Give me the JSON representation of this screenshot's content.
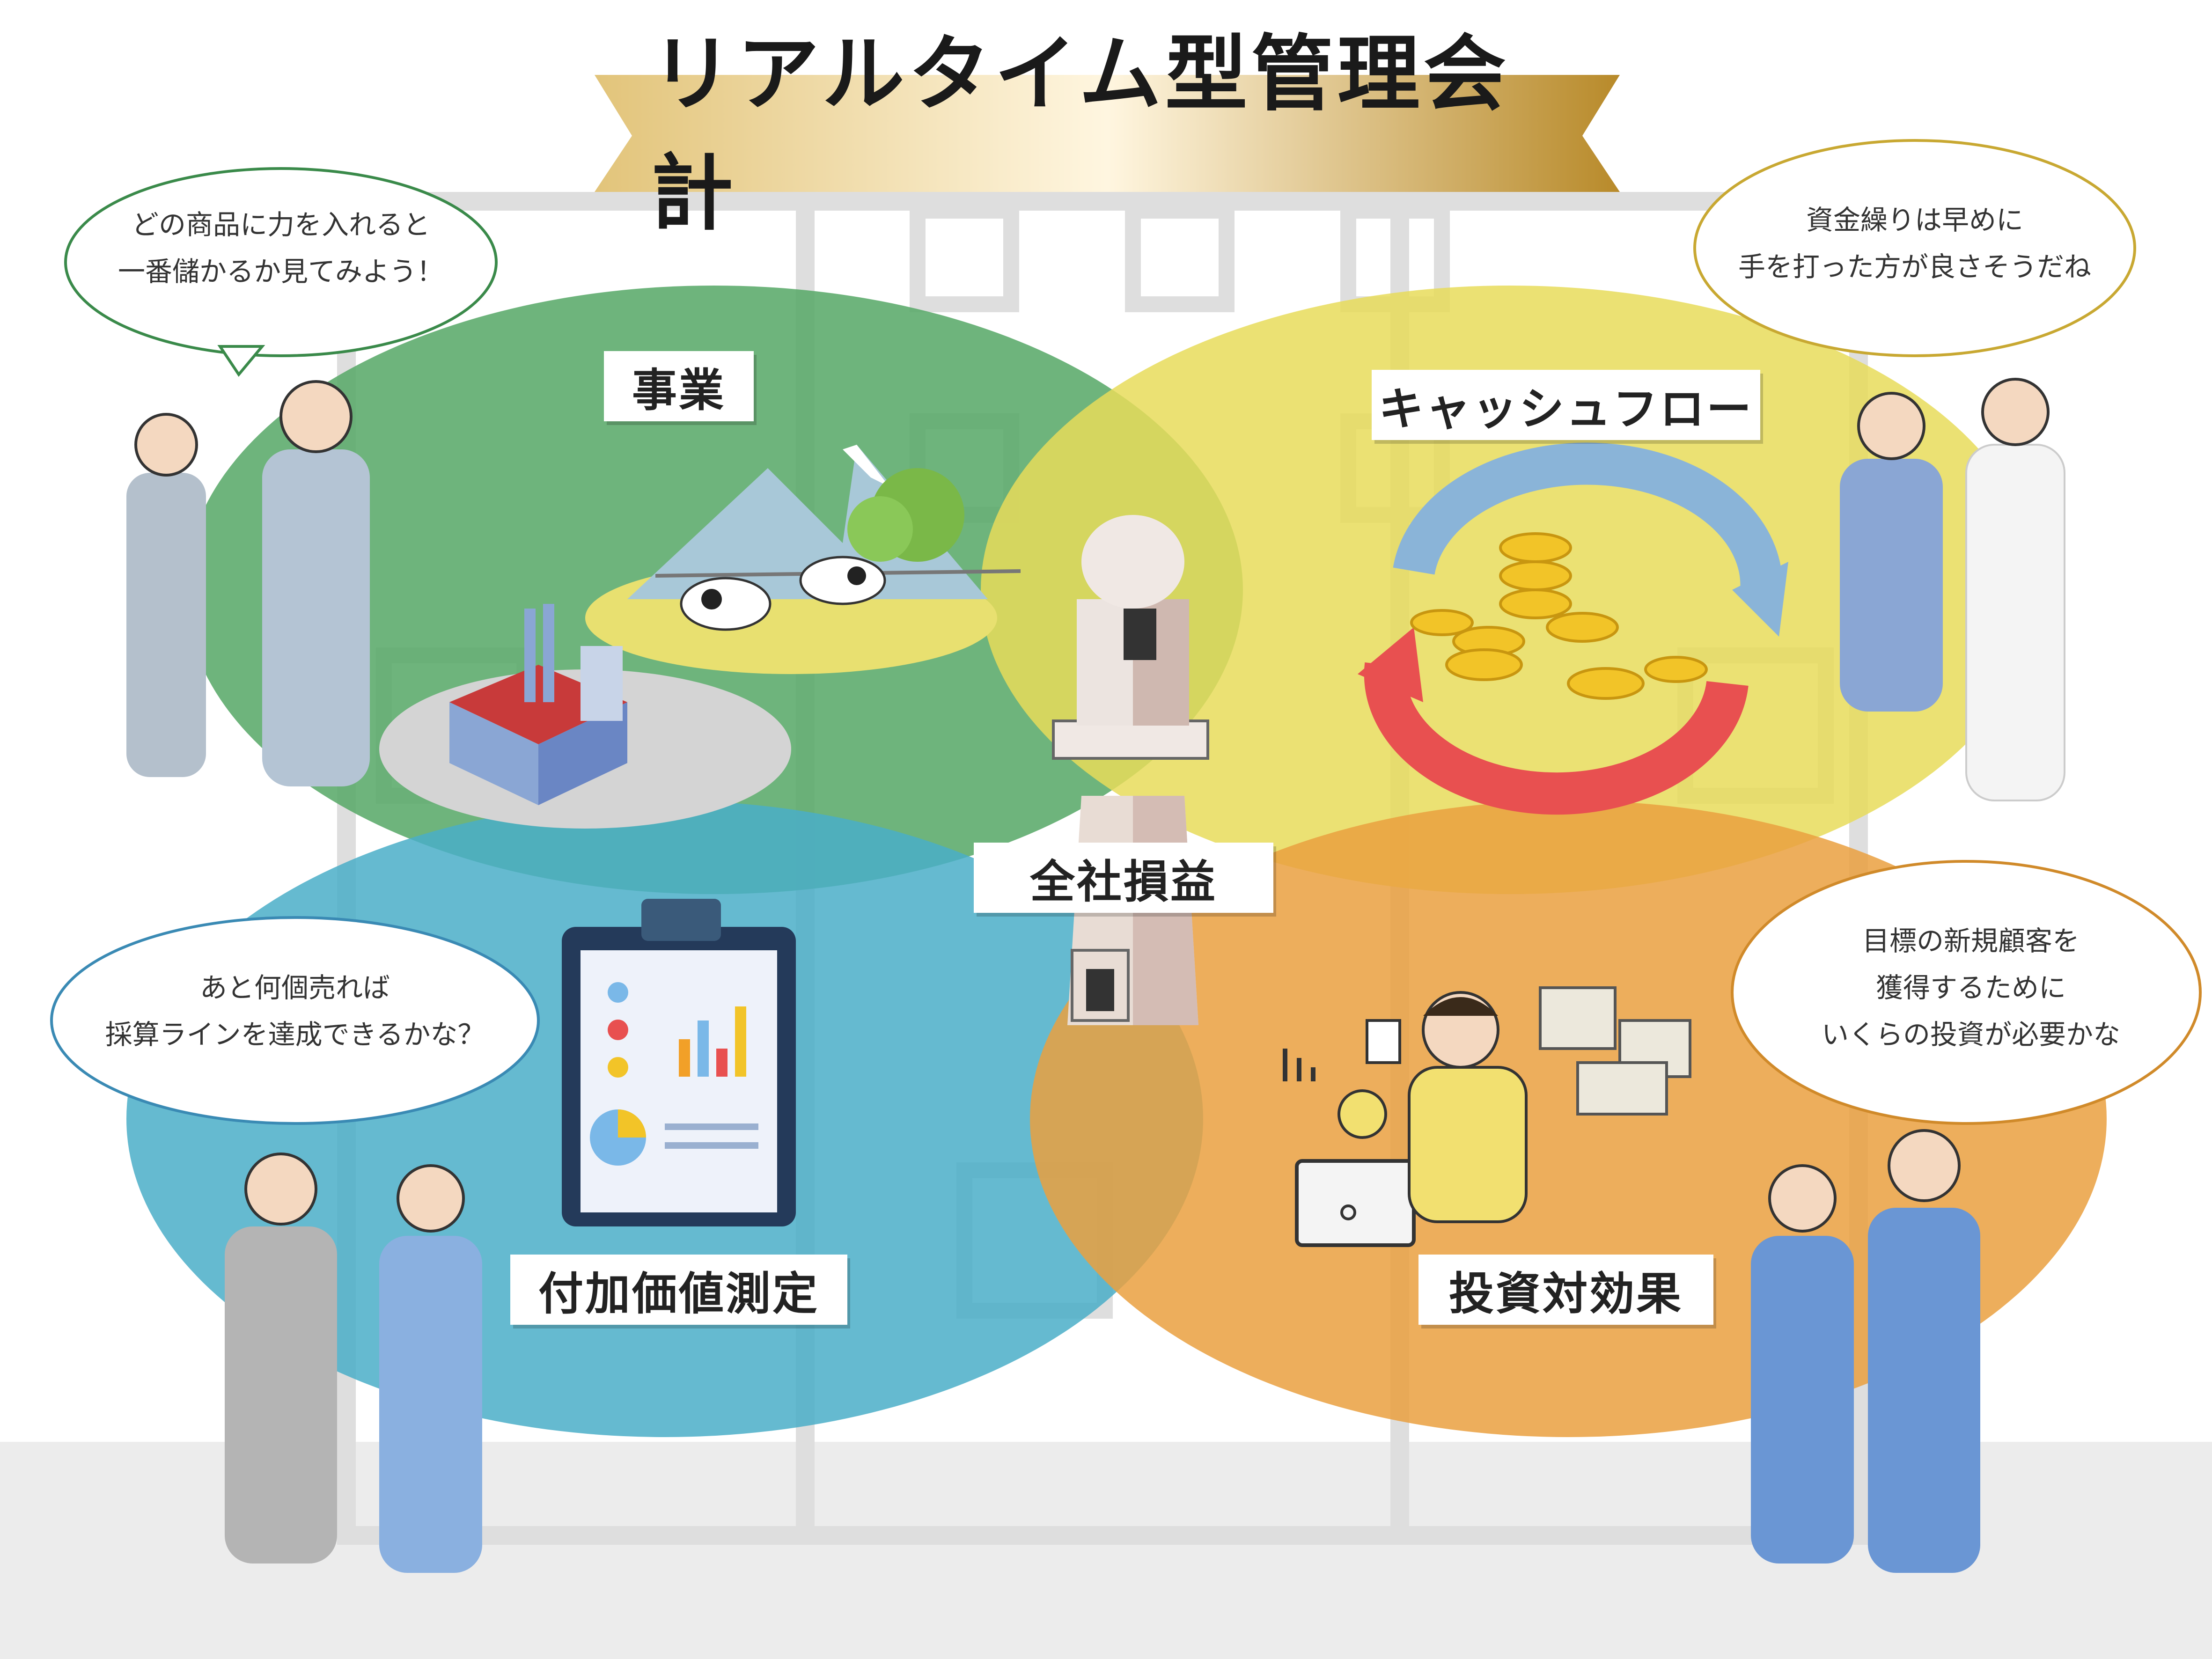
{
  "title": "リアルタイム型管理会計",
  "center_label": "全社損益",
  "sections": {
    "business": {
      "label": "事業",
      "color": "#5aaa6a"
    },
    "cashflow": {
      "label": "キャッシュフロー",
      "color": "#e8dc5a"
    },
    "value_added": {
      "label": "付加価値測定",
      "color": "#4aaec8"
    },
    "investment": {
      "label": "投資対効果",
      "color": "#eaa040"
    }
  },
  "bubbles": {
    "top_left": {
      "line1": "どの商品に力を入れると",
      "line2": "一番儲かるか見てみよう！",
      "border": "#3a8a4a"
    },
    "top_right": {
      "line1": "資金繰りは早めに",
      "line2": "手を打った方が良さそうだね",
      "border": "#c8a832"
    },
    "bottom_left": {
      "line1": "あと何個売れば",
      "line2": "採算ラインを達成できるかな？",
      "border": "#3a8ab4"
    },
    "bottom_right": {
      "line1": "目標の新規顧客を",
      "line2": "獲得するために",
      "line3": "いくらの投資が必要かな",
      "border": "#d08a2a"
    }
  },
  "icons": [
    "factory-icon",
    "mountain-farm-icon",
    "cow-icon",
    "lighthouse-icon",
    "coin-stack-icon",
    "cycle-arrows-icon",
    "clipboard-chart-icon",
    "laptop-icon",
    "cash-bundles-icon",
    "pie-chart-icon",
    "bar-chart-icon",
    "document-icon"
  ]
}
